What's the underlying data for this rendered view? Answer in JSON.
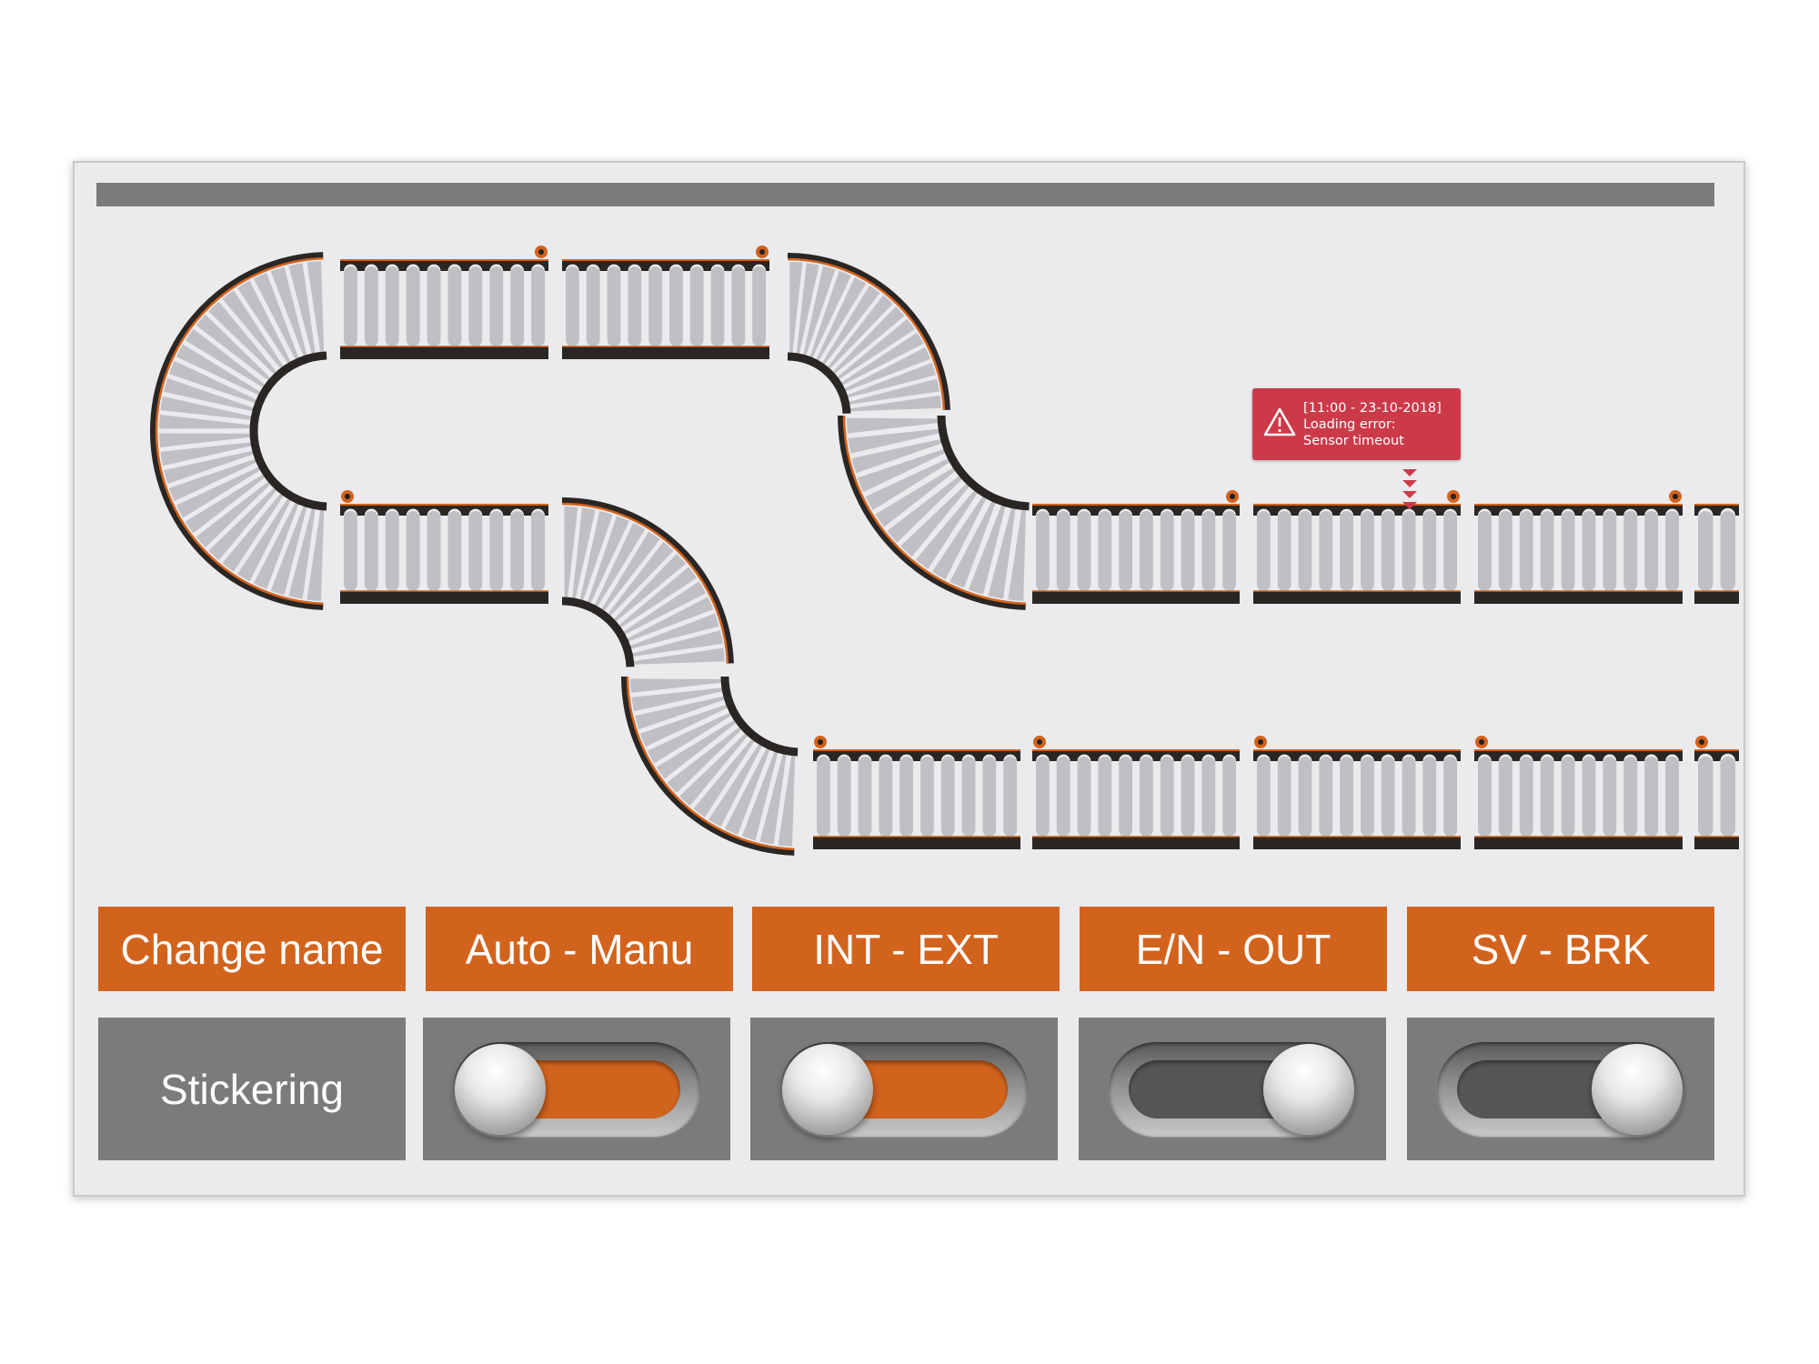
{
  "colors": {
    "accent": "#d2631d",
    "panel": "#7b7b7b",
    "alert": "#cc3a4a",
    "roller": "#c0c0c4",
    "frame_dark": "#2a2624"
  },
  "alert": {
    "icon": "warning-triangle-icon",
    "timestamp": "[11:00 - 23-10-2018]",
    "title": "Loading error:",
    "message": "Sensor timeout"
  },
  "buttons": [
    {
      "label": "Change name"
    },
    {
      "label": "Auto - Manu"
    },
    {
      "label": "INT - EXT"
    },
    {
      "label": "E/N - OUT"
    },
    {
      "label": "SV - BRK"
    }
  ],
  "controls": {
    "label": "Stickering",
    "toggles": [
      {
        "name": "Auto - Manu",
        "knob": "left",
        "active": true
      },
      {
        "name": "INT - EXT",
        "knob": "left",
        "active": true
      },
      {
        "name": "E/N - OUT",
        "knob": "right",
        "active": false
      },
      {
        "name": "SV - BRK",
        "knob": "right",
        "active": false
      }
    ]
  }
}
